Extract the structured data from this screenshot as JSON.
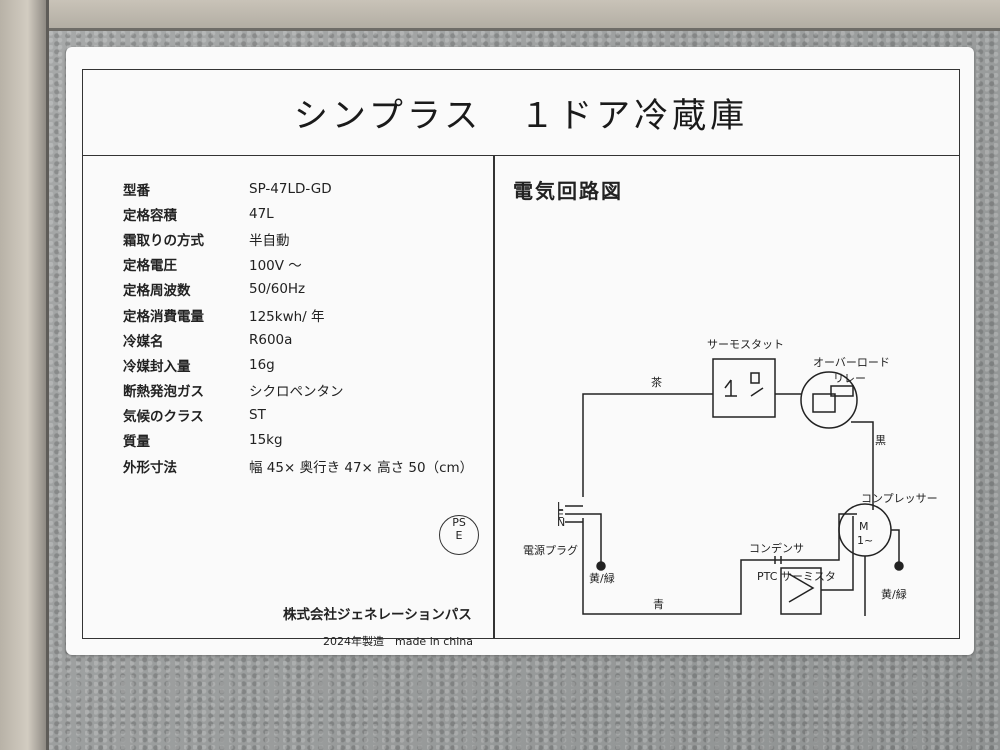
{
  "label": {
    "title": "シンプラス　１ドア冷蔵庫",
    "specs": [
      {
        "key": "型番",
        "value": "SP-47LD-GD"
      },
      {
        "key": "定格容積",
        "value": "47L"
      },
      {
        "key": "霜取りの方式",
        "value": "半自動"
      },
      {
        "key": "定格電圧",
        "value": "100V ～"
      },
      {
        "key": "定格周波数",
        "value": "50/60Hz"
      },
      {
        "key": "定格消費電量",
        "value": "125kwh/ 年"
      },
      {
        "key": "冷媒名",
        "value": "R600a"
      },
      {
        "key": "冷媒封入量",
        "value": "16g"
      },
      {
        "key": "断熱発泡ガス",
        "value": "シクロペンタン"
      },
      {
        "key": "気候のクラス",
        "value": "ST"
      },
      {
        "key": "質量",
        "value": "15kg"
      },
      {
        "key": "外形寸法",
        "value": "幅 45× 奥行き 47× 高さ 50（cm）"
      }
    ],
    "pse": [
      "PS",
      "E"
    ],
    "maker": "株式会社ジェネレーションパス",
    "made": "2024年製造　made in china"
  },
  "circuit": {
    "title": "電気回路図",
    "thermostat": "サーモスタット",
    "overload_relay_1": "オーバーロード",
    "overload_relay_2": "リレー",
    "compressor": "コンプレッサー",
    "condenser": "コンデンサ",
    "ptc": "PTC サーミスタ",
    "plug": "電源プラグ",
    "brown": "茶",
    "black": "黒",
    "blue": "青",
    "yg_left": "黄/緑",
    "yg_right": "黄/緑",
    "motor": "M",
    "motor_phase": "1~",
    "plug_pins": [
      "L",
      "E",
      "N"
    ]
  }
}
